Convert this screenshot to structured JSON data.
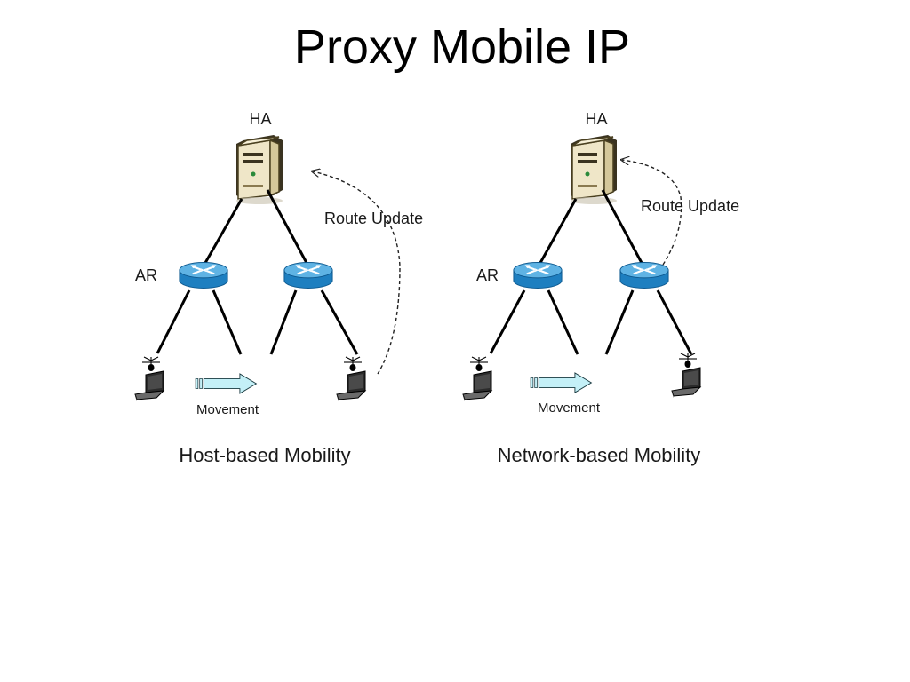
{
  "slide": {
    "title": "Proxy Mobile IP"
  },
  "left_diagram": {
    "ha_label": "HA",
    "ar_label": "AR",
    "route_update_label": "Route Update",
    "movement_label": "Movement",
    "caption": "Host-based Mobility"
  },
  "right_diagram": {
    "ha_label": "HA",
    "ar_label": "AR",
    "route_update_label": "Route Update",
    "movement_label": "Movement",
    "caption": "Network-based Mobility"
  },
  "colors": {
    "router_blue": "#1e7fc0",
    "router_top": "#5fb3e4",
    "server_body": "#efe6c8",
    "arrow_fill": "#c4f0f7",
    "link": "#000000"
  }
}
